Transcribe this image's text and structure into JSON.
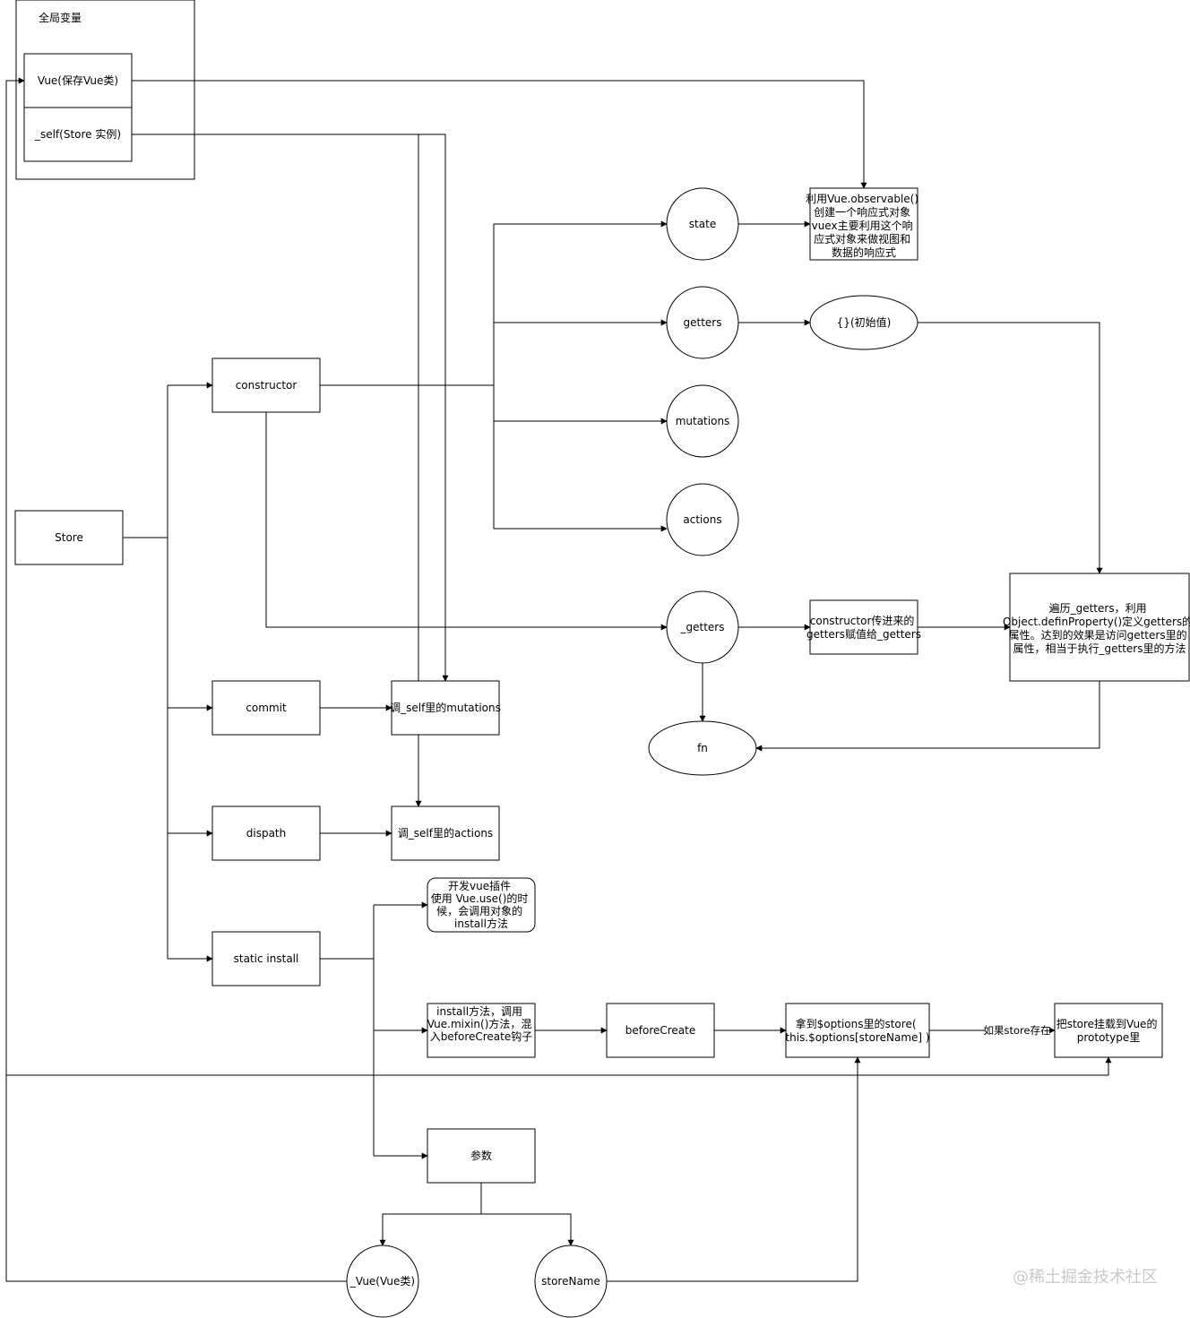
{
  "globals_title": "全局变量",
  "nodes": {
    "vue_global": "Vue(保存Vue类)",
    "self_global": "_self(Store 实例)",
    "store": "Store",
    "constructor": "constructor",
    "commit": "commit",
    "dispath": "dispath",
    "static_install": "static install",
    "state": "state",
    "getters": "getters",
    "mutations": "mutations",
    "actions": "actions",
    "_getters": "_getters",
    "fn": "fn",
    "observable_note": [
      "利用Vue.observable()",
      "创建一个响应式对象",
      "vuex主要利用这个响",
      "应式对象来做视图和",
      "数据的响应式"
    ],
    "initial_value": "{}(初始值)",
    "getters_assign": [
      "constructor传进来的",
      "getters赋值给_getters"
    ],
    "define_property": [
      "遍历_getters，利用",
      "Object.definProperty()定义getters的",
      "属性。达到的效果是访问getters里的",
      "属性，相当于执行_getters里的方法"
    ],
    "call_mutations": "调_self里的mutations",
    "call_actions": "调_self里的actions",
    "plugin_note": [
      "开发vue插件",
      "使用 Vue.use()的时",
      "候，会调用对象的",
      "install方法"
    ],
    "install_mixin": [
      "install方法，调用",
      "Vue.mixin()方法，混",
      "入beforeCreate钩子"
    ],
    "beforeCreate": "beforeCreate",
    "get_store": [
      "拿到$options里的store(",
      "this.$options[storeName] )"
    ],
    "mount_store": [
      "把store挂载到Vue的",
      "prototype里"
    ],
    "params": "参数",
    "vue_param": "_Vue(Vue类)",
    "storeName": "storeName"
  },
  "edge_labels": {
    "if_store_exists": "如果store存在"
  },
  "watermark": "@稀土掘金技术社区"
}
